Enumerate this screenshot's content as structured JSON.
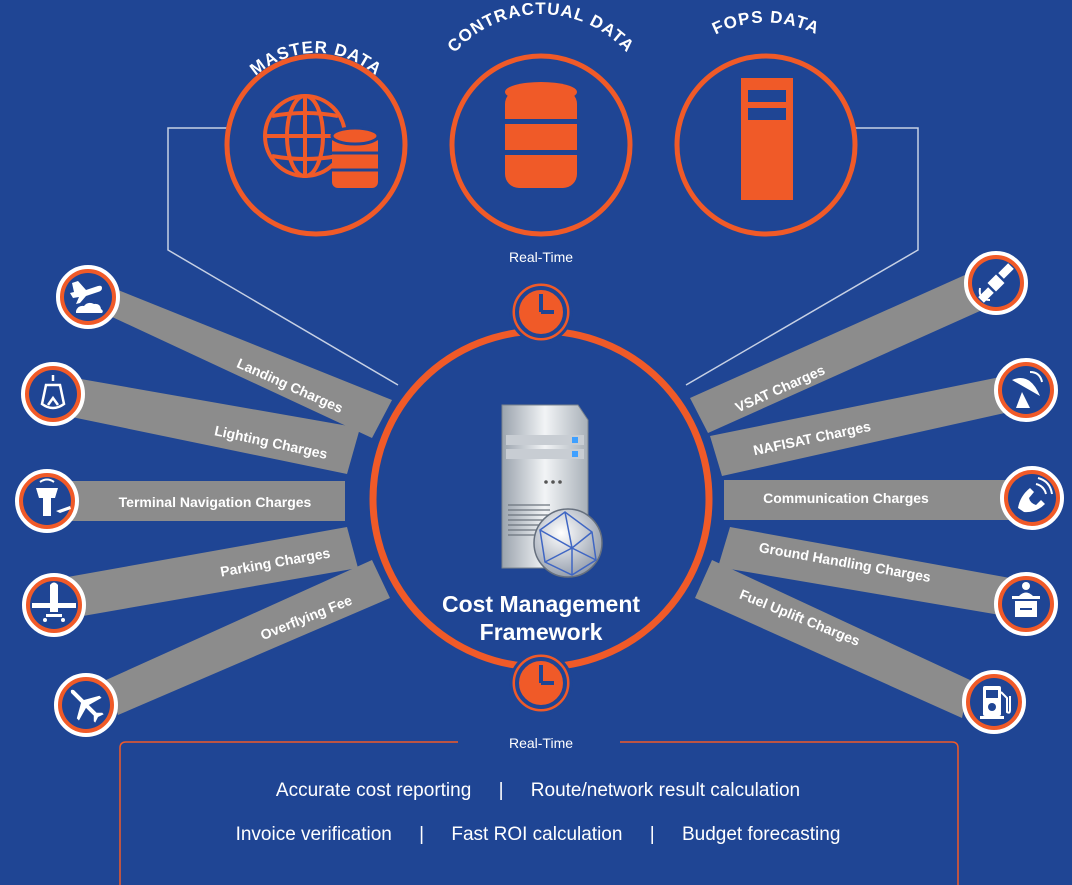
{
  "data_sources": [
    {
      "label": "MASTER DATA",
      "icon": "globe-database-icon"
    },
    {
      "label": "CONTRACTUAL DATA",
      "icon": "database-icon"
    },
    {
      "label": "FOPS DATA",
      "icon": "server-tower-icon"
    }
  ],
  "realtime_top": "Real-Time",
  "realtime_bottom": "Real-Time",
  "center": {
    "line1": "Cost Management",
    "line2": "Framework",
    "icon": "server-globe-icon"
  },
  "left_charges": [
    {
      "label": "Landing Charges",
      "icon": "airplane-landing-icon"
    },
    {
      "label": "Lighting Charges",
      "icon": "light-bulb-icon"
    },
    {
      "label": "Terminal Navigation Charges",
      "icon": "control-tower-icon"
    },
    {
      "label": "Parking Charges",
      "icon": "parked-airplane-icon"
    },
    {
      "label": "Overflying Fee",
      "icon": "airplane-icon"
    }
  ],
  "right_charges": [
    {
      "label": "VSAT Charges",
      "icon": "satellite-icon"
    },
    {
      "label": "NAFISAT Charges",
      "icon": "satellite-dish-icon"
    },
    {
      "label": "Communication Charges",
      "icon": "phone-icon"
    },
    {
      "label": "Ground Handling Charges",
      "icon": "ground-handling-desk-icon"
    },
    {
      "label": "Fuel Uplift Charges",
      "icon": "fuel-pump-icon"
    }
  ],
  "benefits_row1": [
    "Accurate cost reporting",
    "|",
    "Route/network result calculation"
  ],
  "benefits_row2": [
    "Invoice verification",
    "|",
    "Fast ROI calculation",
    "|",
    "Budget forecasting"
  ],
  "colors": {
    "background": "#1f4594",
    "accent": "#f05a28",
    "beam": "#8c8c8c",
    "text": "#ffffff"
  }
}
